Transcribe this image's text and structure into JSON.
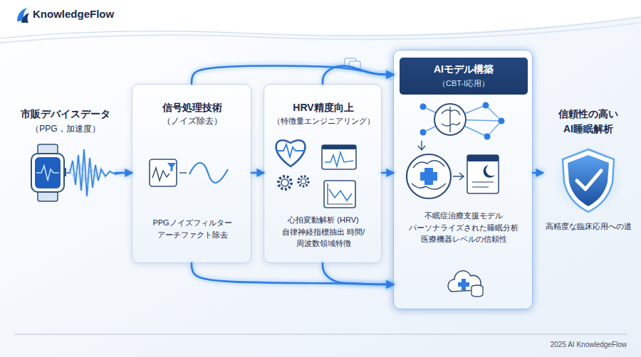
{
  "diagram": {
    "nodes": [
      {
        "text": [
          "市販デバイスデータ",
          "（PPG，加速度）"
        ]
      },
      {
        "text": [
          "信号処理技術",
          "（ノイズ除去）",
          "PPGノイズフィルター アーチファクト除去"
        ]
      },
      {
        "text": [
          "HRV精度向上",
          "（特徴量エンジニアリング）",
          "心拍変動解析 (HRV) 自律神経指標抽出 時間/周波数領域特徴"
        ]
      },
      {
        "text": [
          "不眠症治療支援モデル パーソナライズされた睡眠分析 医療機器レベルの信頼性"
        ]
      },
      {
        "text": [
          "AIモデル構築",
          "（CBT-I応用）"
        ],
        "in": 3
      },
      {
        "text": [
          "信頼性の高い AI睡眠解析",
          "高精度な臨床応用への道"
        ]
      }
    ],
    "edges": [
      {
        "from": 0,
        "to": 1,
        "arrow": "to"
      },
      {
        "from": 1,
        "to": 2,
        "arrow": "to"
      },
      {
        "from": 2,
        "to": 3,
        "arrow": "to"
      },
      {
        "from": 3,
        "to": 5,
        "arrow": "to"
      },
      {
        "from": 1,
        "to": 3,
        "arrow": "to"
      },
      {
        "from": 2,
        "to": 3,
        "arrow": "to"
      },
      {
        "from": 1,
        "to": 3,
        "arrow": "to"
      },
      {
        "from": 2,
        "to": 3,
        "arrow": "to"
      }
    ],
    "labels": [
      "KnowledgeFlow",
      "2025 AI KnowledgeFlow"
    ]
  }
}
